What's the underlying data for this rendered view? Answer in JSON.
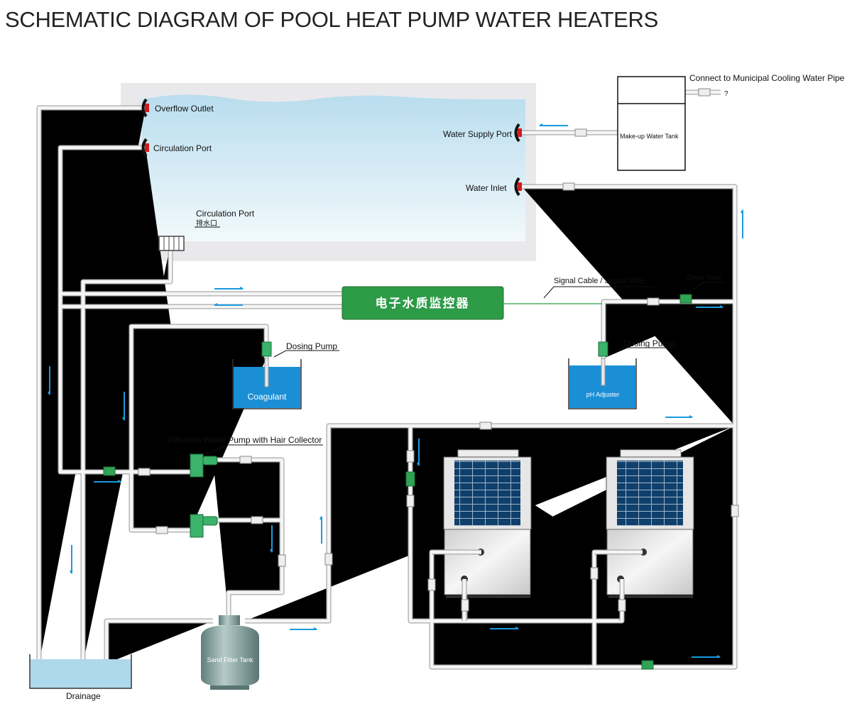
{
  "title": "SCHEMATIC DIAGRAM OF POOL HEAT PUMP WATER HEATERS",
  "pool": {
    "overflow_outlet": "Overflow Outlet",
    "circulation_port_top": "Circulation Port",
    "water_supply_port": "Water Supply Port",
    "water_inlet": "Water Inlet",
    "circulation_port_bottom": "Circulation Port",
    "circulation_port_bottom_cn": "排水口"
  },
  "makeup_tank": {
    "label": "Make-up Water Tank",
    "municipal": "Connect to Municipal Cooling Water Pipe"
  },
  "controller": {
    "label": "电子水质监控器"
  },
  "signal_cable": "Signal Cable / Signal Wire",
  "check_valve": "Check Valve",
  "dosing_left": {
    "pump": "Dosing Pump",
    "tank": "Coagulant"
  },
  "dosing_right": {
    "pump": "Dosing Pump",
    "tank": "pH Adjuster"
  },
  "filtration_pump": "Filtration Water Pump with Hair Collector",
  "sand_filter": "Sand Filter Tank",
  "drainage": "Drainage",
  "colors": {
    "water": "#bfe0ee",
    "controller": "#2e9b47",
    "tank_liquid": "#1b8fd6",
    "arrow": "#1a9ae0",
    "panel": "#0f3f6b"
  }
}
